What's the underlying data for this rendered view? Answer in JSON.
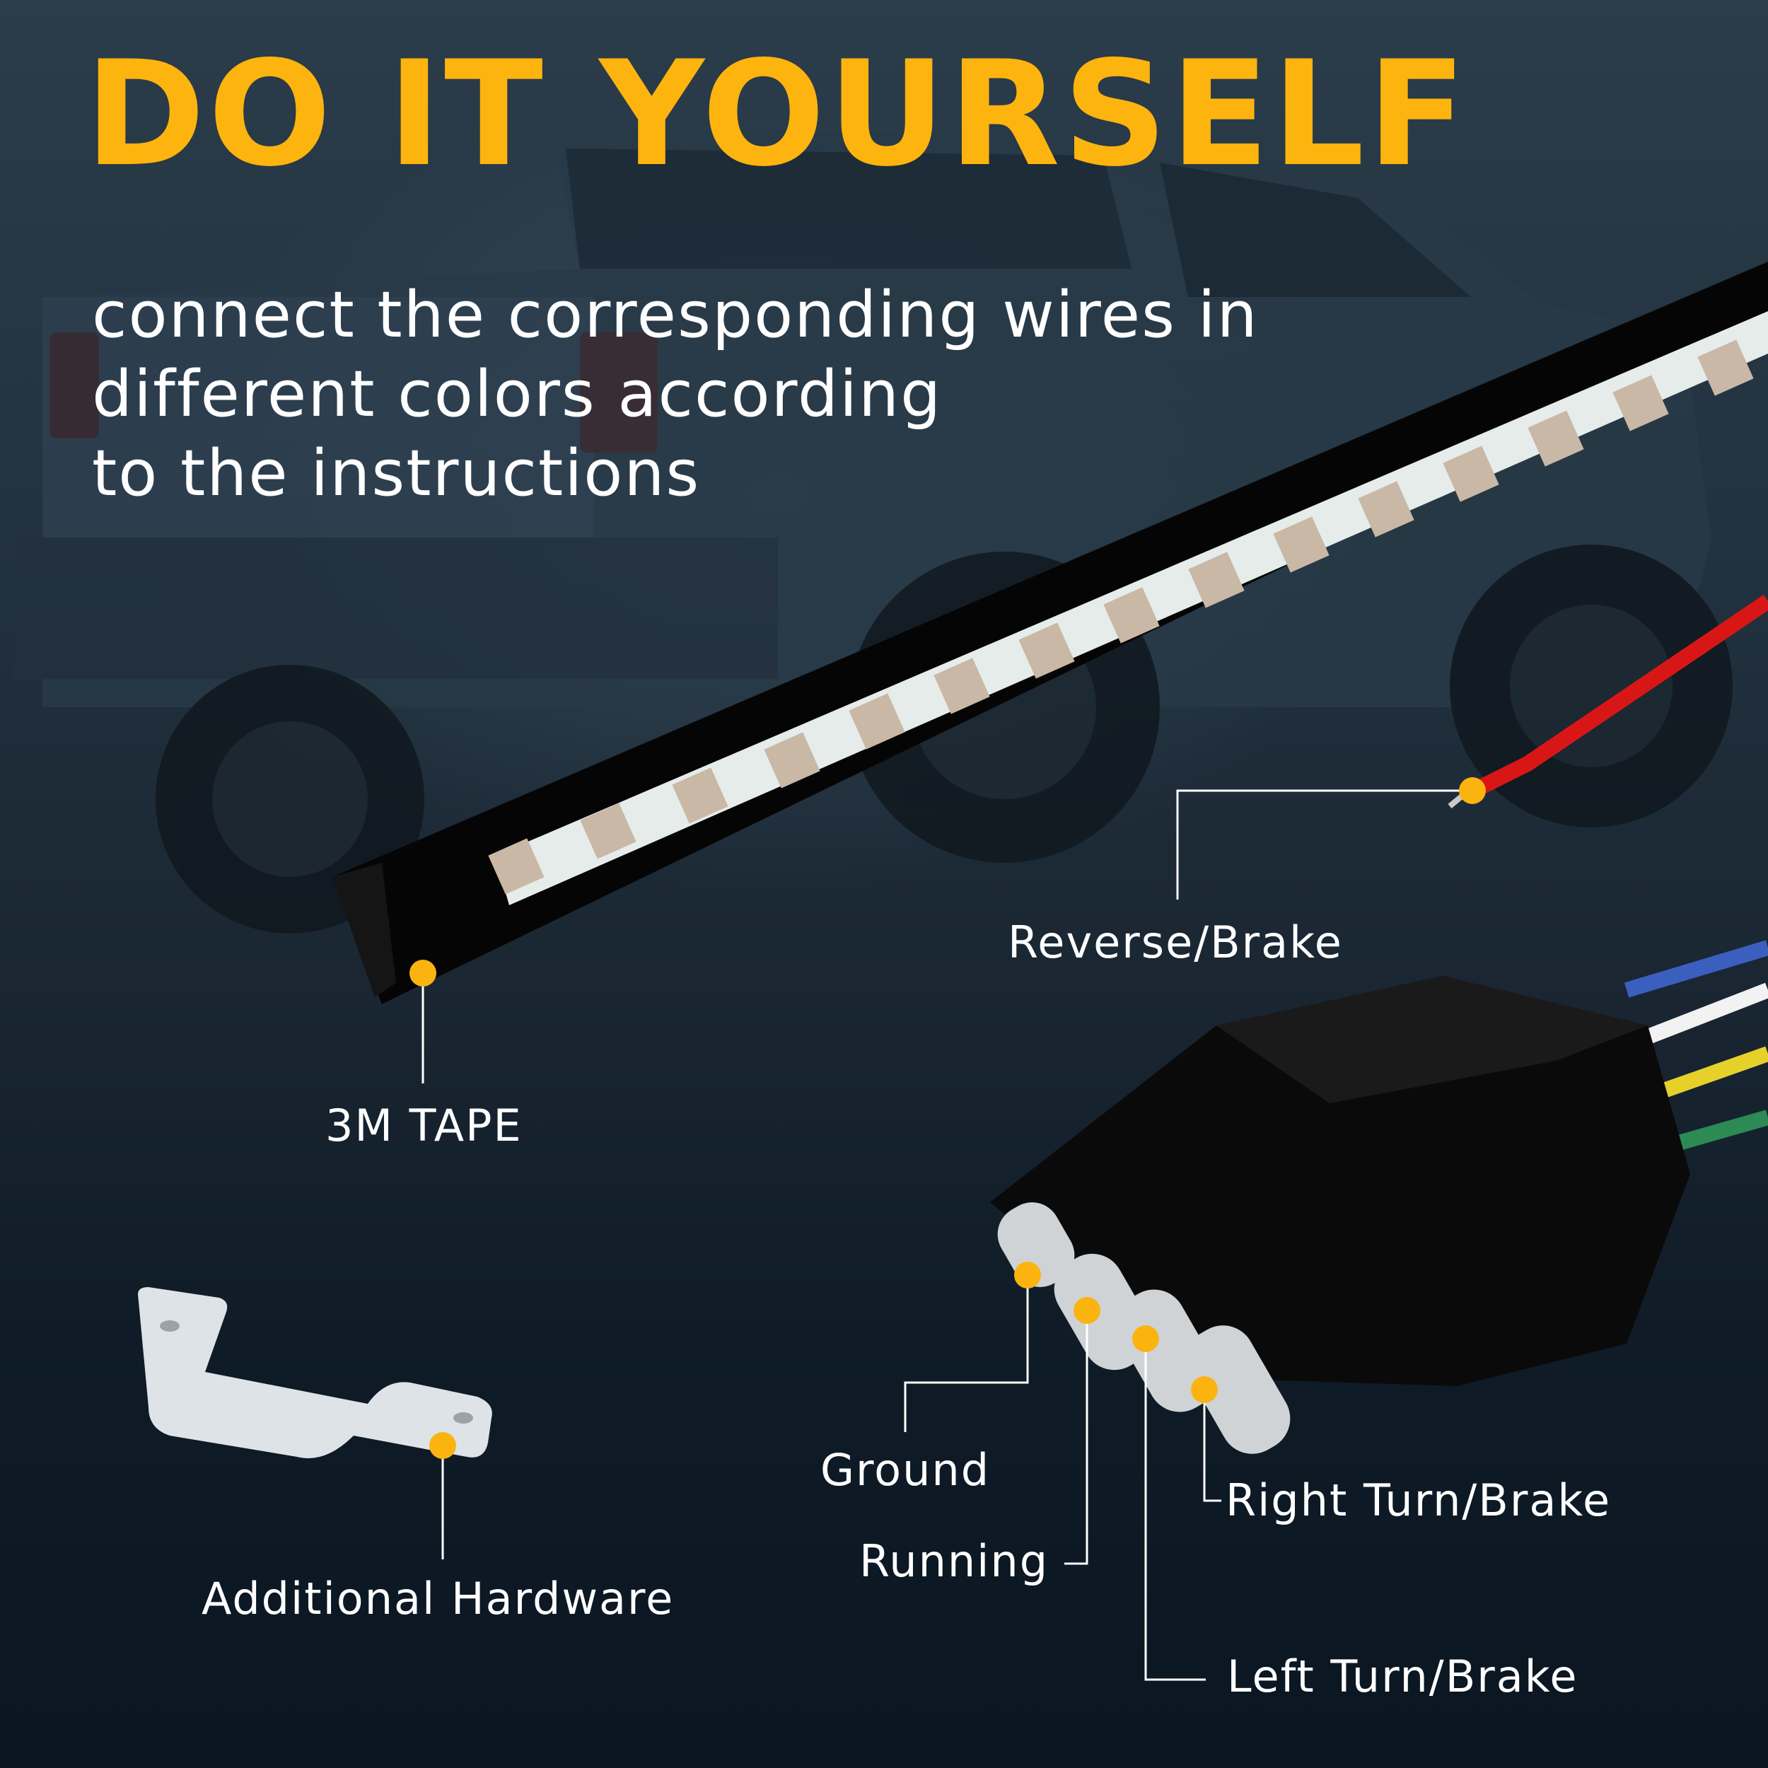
{
  "title": "DO IT YOURSELF",
  "subtitle": "connect the corresponding wires in\ndifferent colors according\nto the instructions",
  "labels": {
    "reverse_brake": "Reverse/Brake",
    "tape": "3M TAPE",
    "hardware": "Additional Hardware",
    "ground": "Ground",
    "running": "Running",
    "right_turn": "Right Turn/Brake",
    "left_turn": "Left Turn/Brake"
  },
  "colors": {
    "accent": "#fdb40e",
    "text": "#ffffff",
    "background": "#0d1a26"
  }
}
